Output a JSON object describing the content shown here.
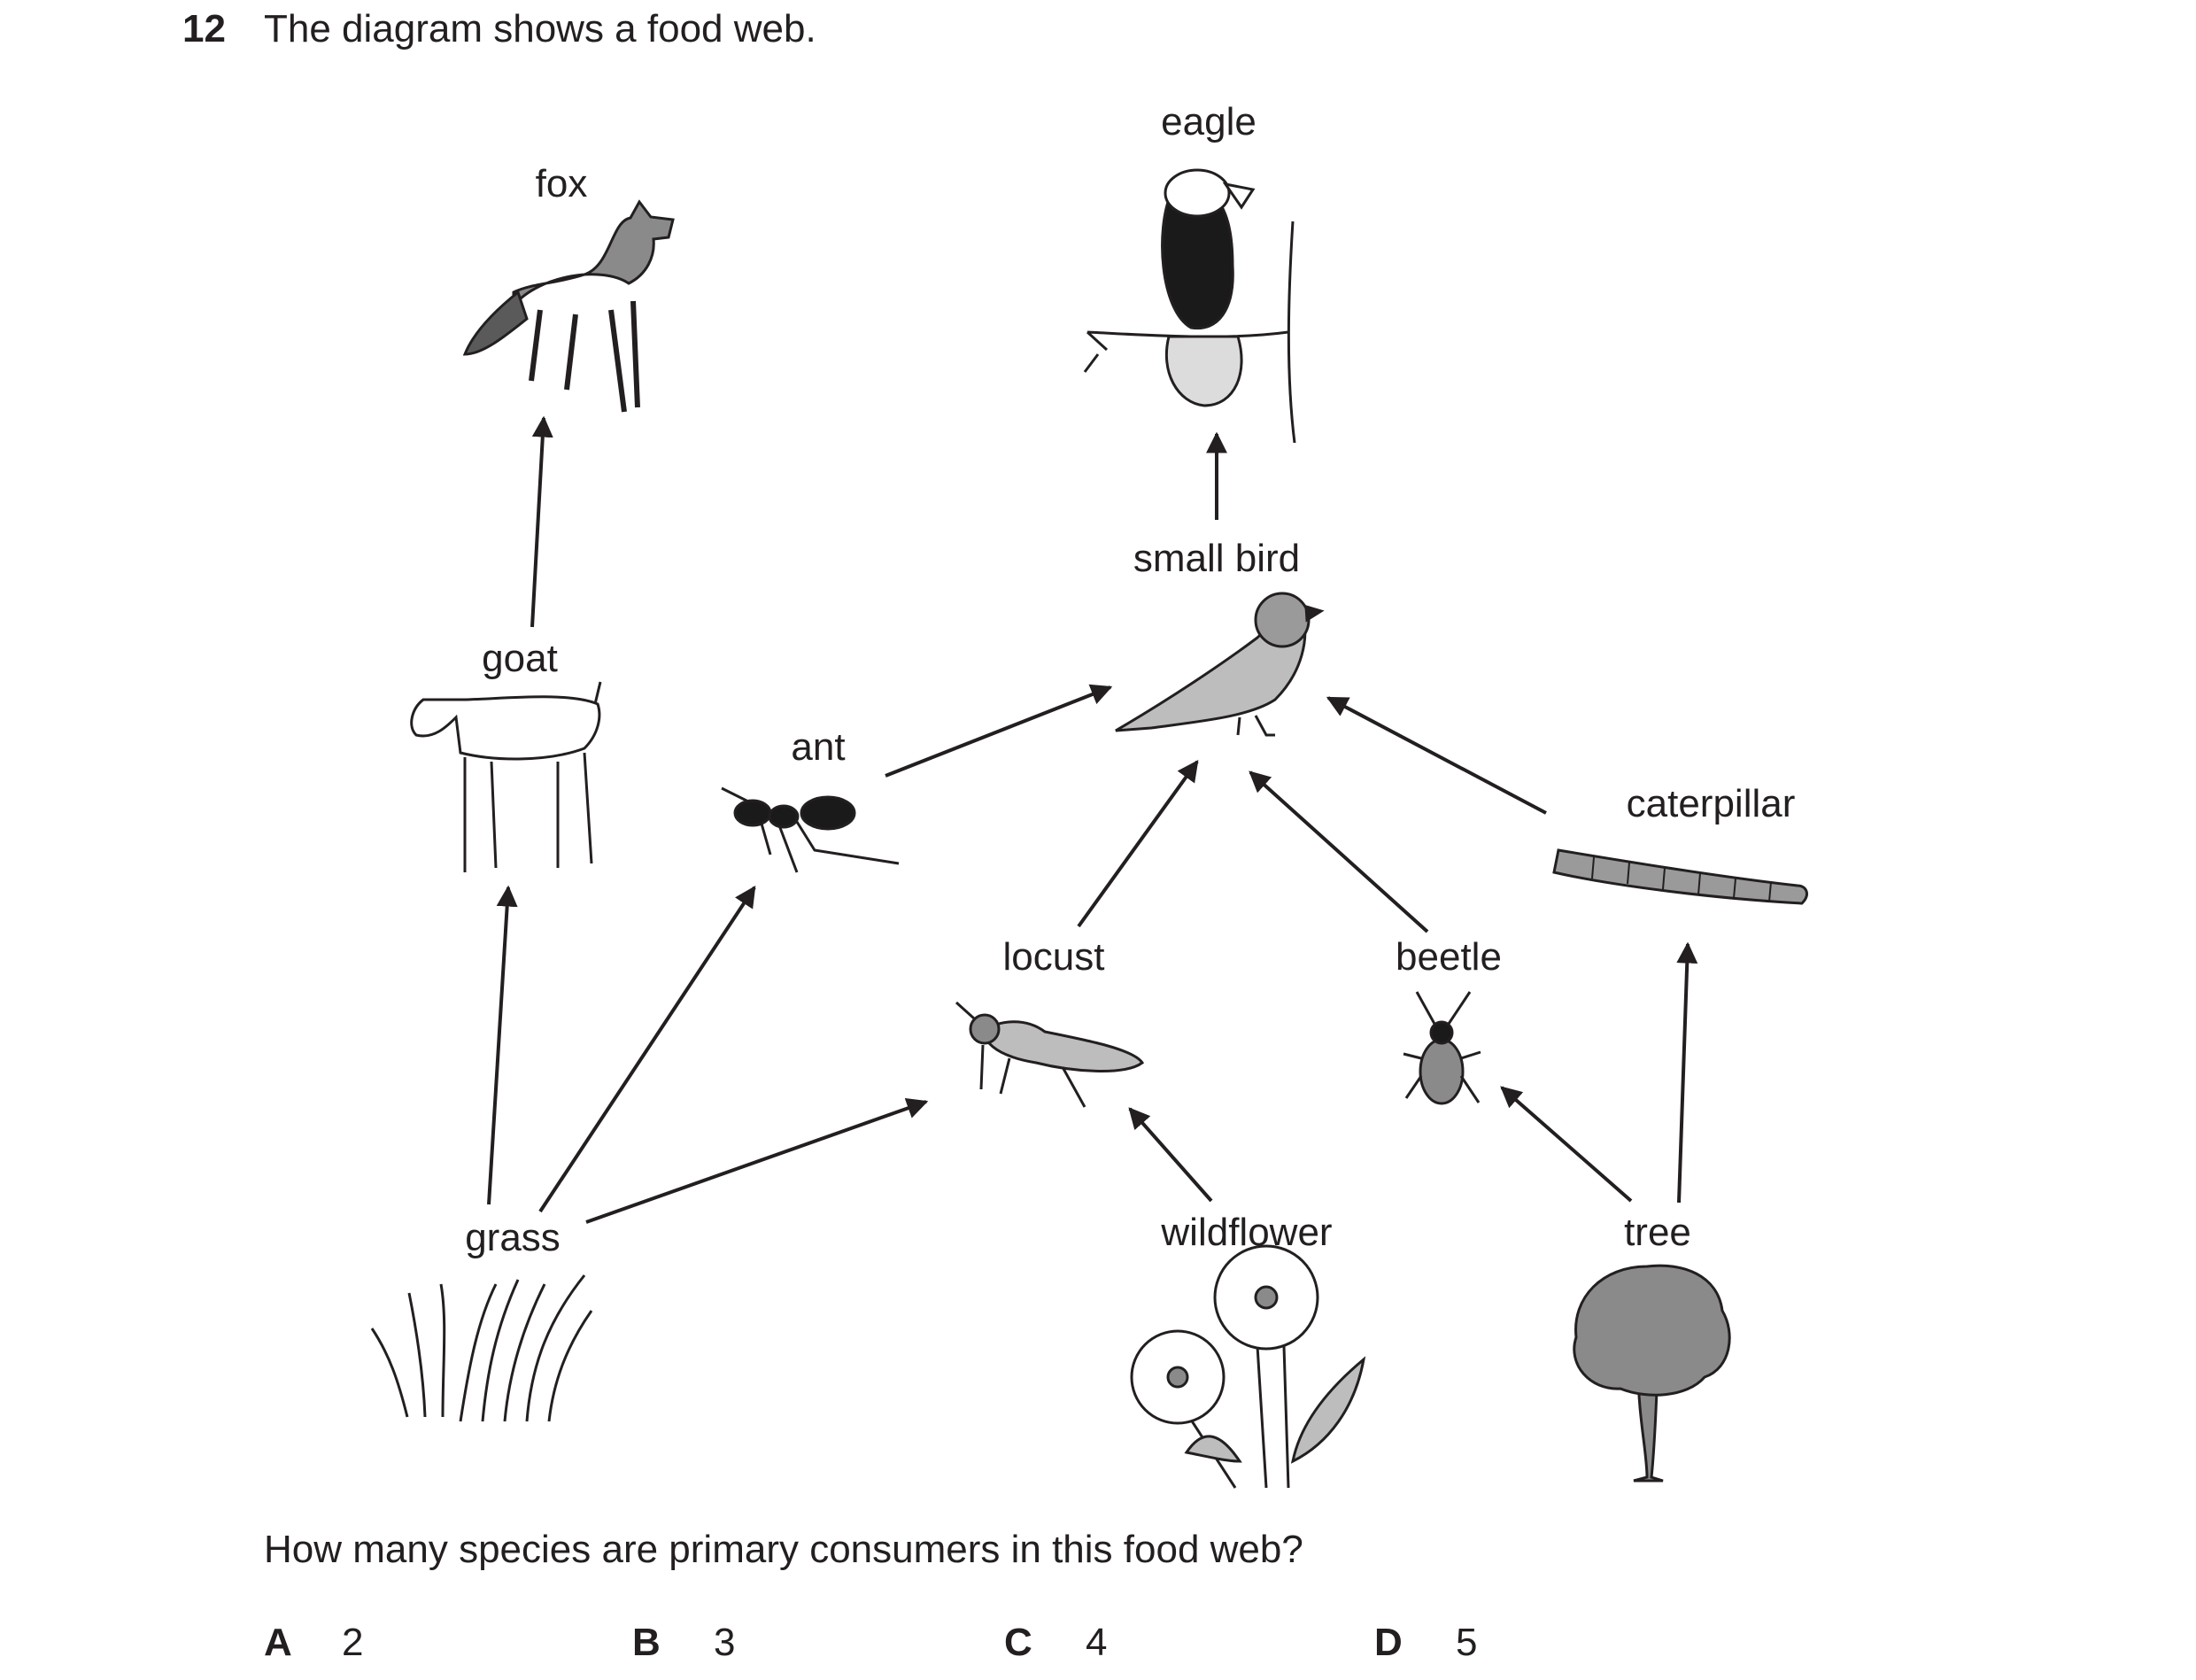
{
  "question": {
    "number": "12",
    "intro": "The diagram shows a food web.",
    "prompt": "How many species are primary consumers in this food web?"
  },
  "organisms": {
    "eagle": "eagle",
    "fox": "fox",
    "small_bird": "small bird",
    "goat": "goat",
    "ant": "ant",
    "caterpillar": "caterpillar",
    "locust": "locust",
    "beetle": "beetle",
    "grass": "grass",
    "wildflower": "wildflower",
    "tree": "tree"
  },
  "options": [
    {
      "letter": "A",
      "value": "2"
    },
    {
      "letter": "B",
      "value": "3"
    },
    {
      "letter": "C",
      "value": "4"
    },
    {
      "letter": "D",
      "value": "5"
    }
  ],
  "colors": {
    "ink": "#231f20",
    "fill_grey": "#8a8a8a",
    "fill_dark": "#1a1a1a",
    "fill_light": "#d9d9d9"
  }
}
